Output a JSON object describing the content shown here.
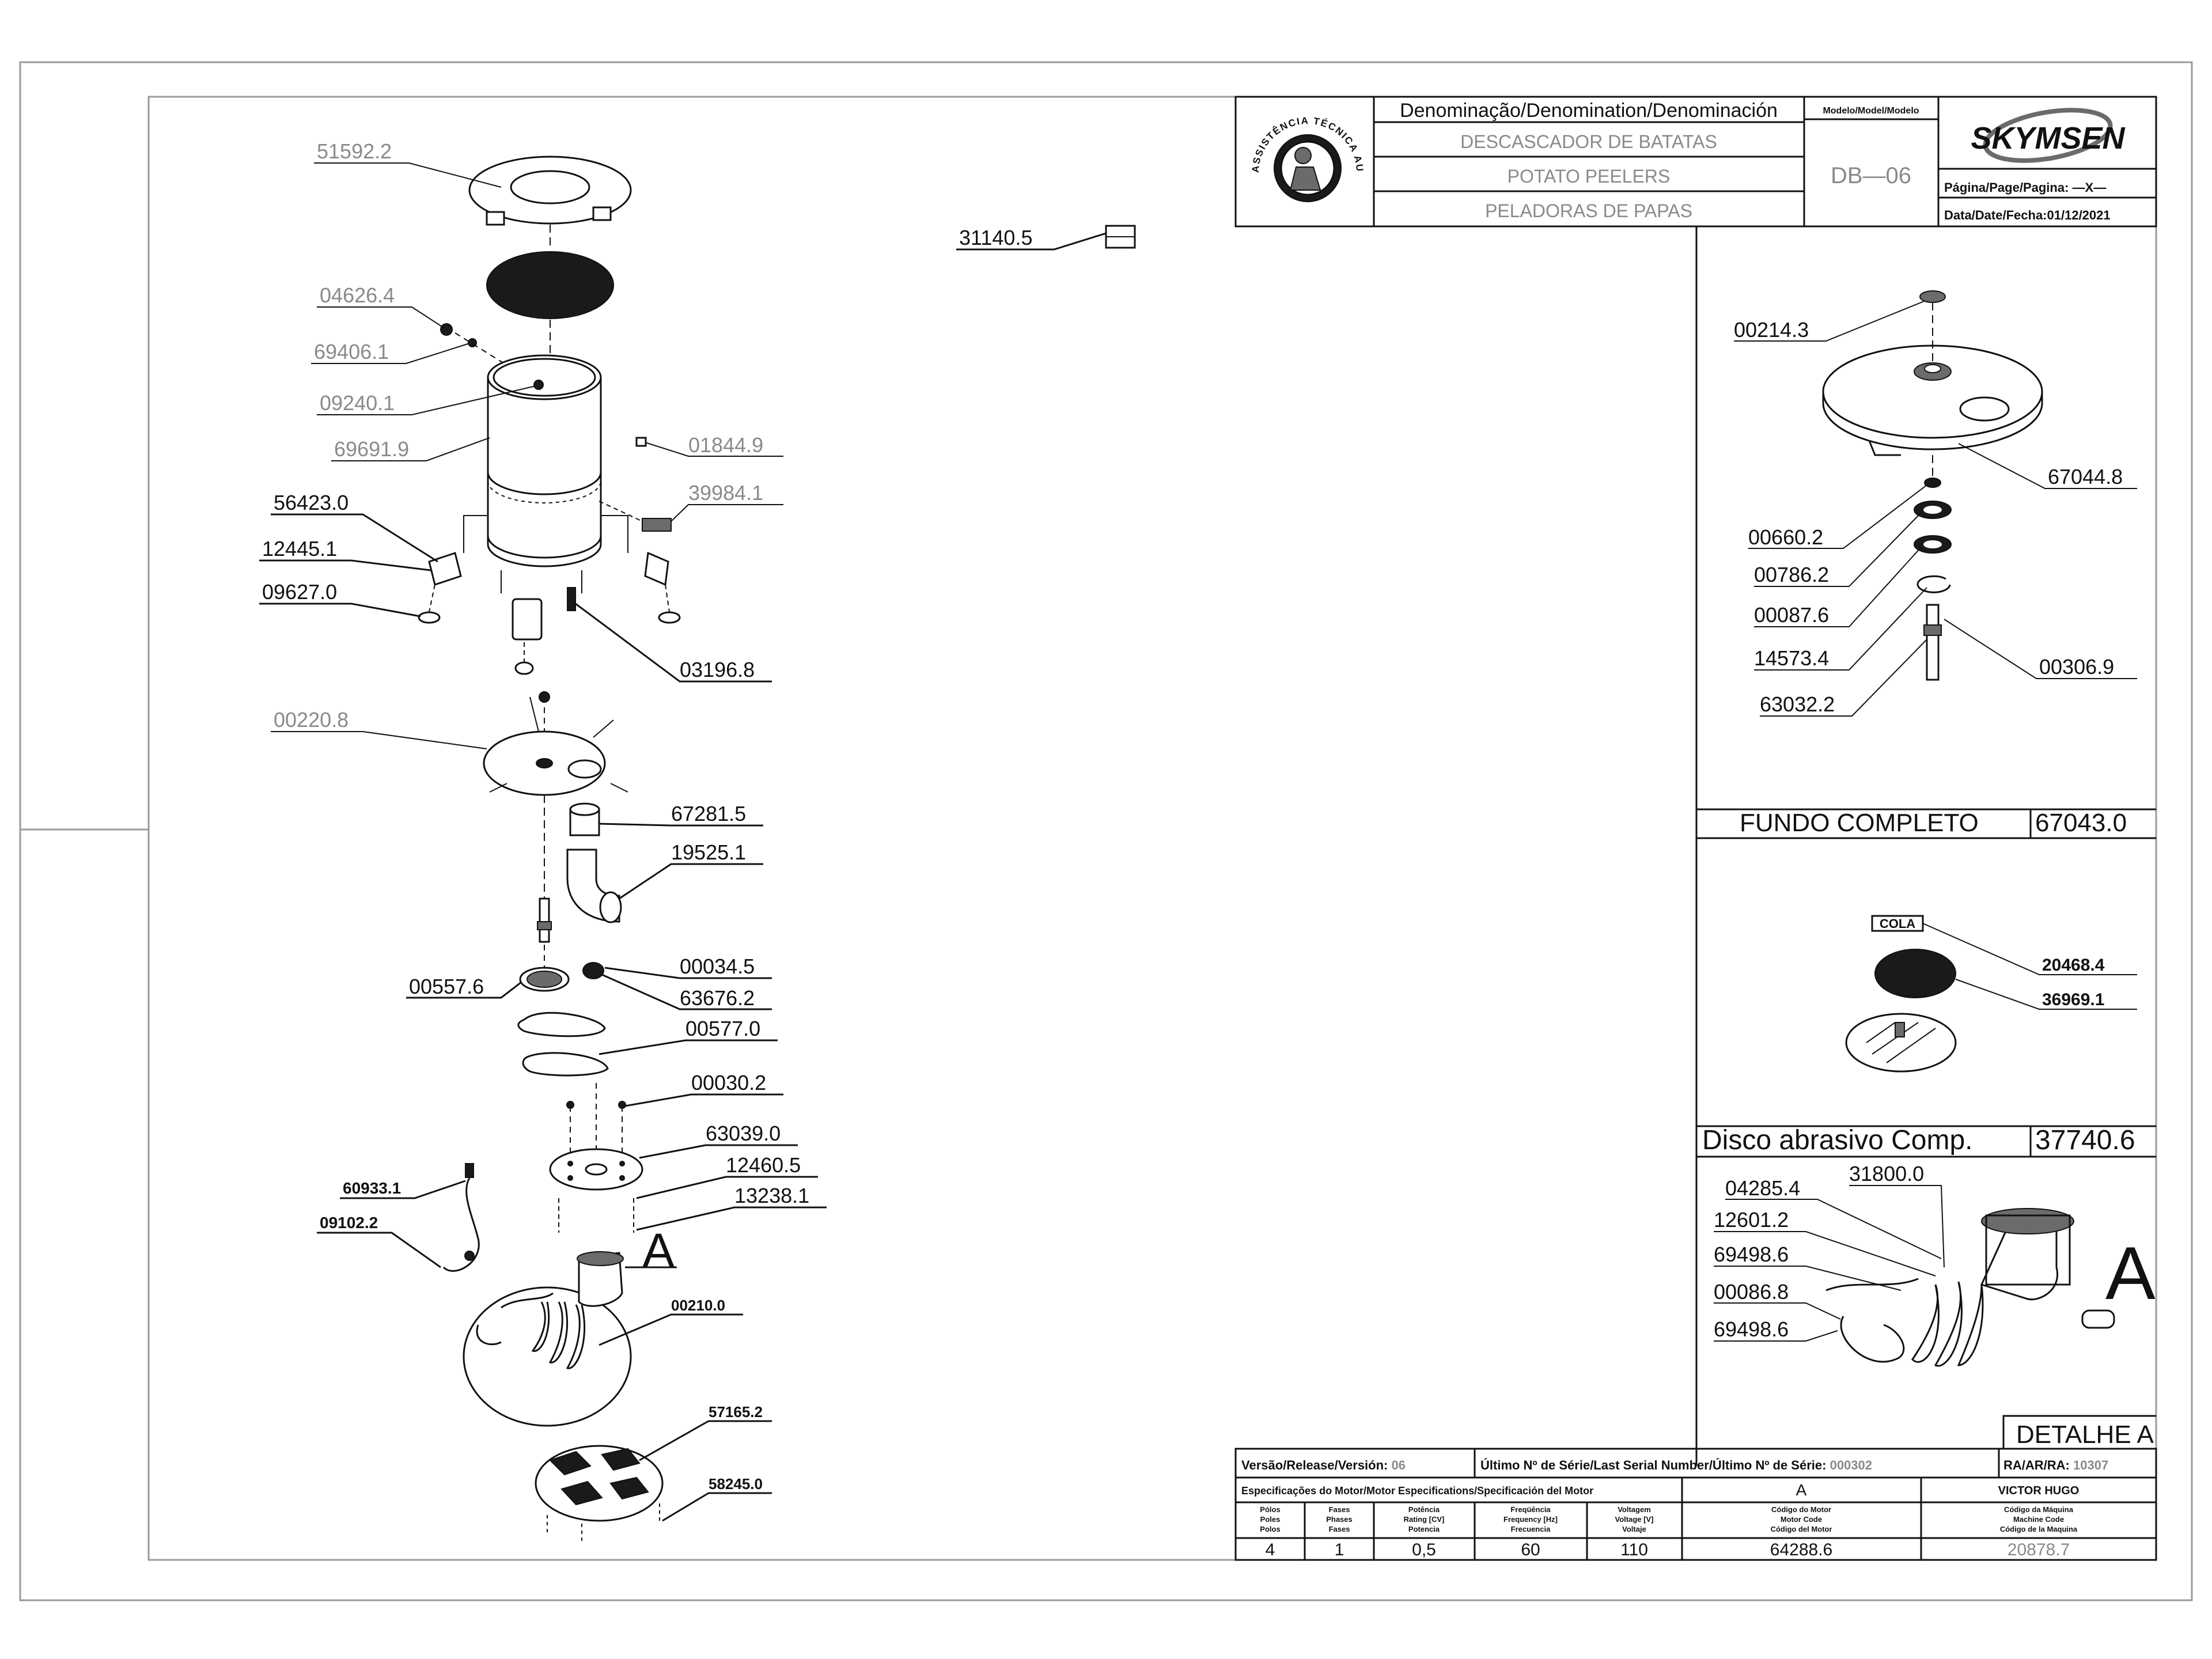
{
  "title_block": {
    "denomination_header": "Denominação/Denomination/Denominación",
    "name_pt": "DESCASCADOR DE BATATAS",
    "name_en": "POTATO PEELERS",
    "name_es": "PELADORAS DE PAPAS",
    "model_header": "Modelo/Model/Modelo",
    "model": "DB—06",
    "brand": "SKYMSEN",
    "seal_text": "ASSISTÊNCIA TÉCNICA AUTORIZADA",
    "page_label": "Página/Page/Pagina:",
    "page_value": "—X—",
    "date_label": "Data/Date/Fecha:",
    "date_value": "01/12/2021"
  },
  "main_callouts": [
    "51592.2",
    "04626.4",
    "69406.1",
    "09240.1",
    "69691.9",
    "01844.9",
    "39984.1",
    "56423.0",
    "12445.1",
    "09627.0",
    "03196.8",
    "00220.8",
    "67281.5",
    "19525.1",
    "00034.5",
    "00557.6",
    "63676.2",
    "00577.0",
    "00030.2",
    "63039.0",
    "12460.5",
    "13238.1",
    "60933.1",
    "09102.2",
    "A",
    "00210.0",
    "57165.2",
    "58245.0",
    "31140.5"
  ],
  "fundo": {
    "callouts": [
      "00214.3",
      "67044.8",
      "00660.2",
      "00786.2",
      "00087.6",
      "14573.4",
      "00306.9",
      "63032.2"
    ],
    "title": "FUNDO COMPLETO",
    "code": "67043.0"
  },
  "disco": {
    "cola_label": "COLA",
    "callouts": [
      "20468.4",
      "36969.1"
    ],
    "title": "Disco abrasivo Comp.",
    "code": "37740.6"
  },
  "detalhe": {
    "callouts": [
      "04285.4",
      "31800.0",
      "12601.2",
      "69498.6",
      "00086.8",
      "69498.6"
    ],
    "letter": "A",
    "title": "DETALHE A"
  },
  "release_row": {
    "version_label": "Versão/Release/Versión:",
    "version_value": "06",
    "serial_label": "Último Nº de Série/Last Serial Number/Último Nº de Série:",
    "serial_value": "000302",
    "ra_label": "RA/AR/RA:",
    "ra_value": "10307"
  },
  "motor": {
    "spec_label": "Especificações do Motor/Motor Especifications/Specificación del Motor",
    "spec_value": "A",
    "author": "VICTOR HUGO",
    "headers": [
      [
        "Pólos",
        "Poles",
        "Polos"
      ],
      [
        "Fases",
        "Phases",
        "Fases"
      ],
      [
        "Potência",
        "Rating [CV]",
        "Potencia"
      ],
      [
        "Freqüência",
        "Frequency [Hz]",
        "Frecuencia"
      ],
      [
        "Voltagem",
        "Voltage [V]",
        "Voltaje"
      ],
      [
        "Código do Motor",
        "Motor Code",
        "Código del Motor"
      ],
      [
        "Código da Máquina",
        "Machine Code",
        "Código de la Maquina"
      ]
    ],
    "values": [
      "4",
      "1",
      "0,5",
      "60",
      "110",
      "64288.6",
      "20878.7"
    ]
  }
}
